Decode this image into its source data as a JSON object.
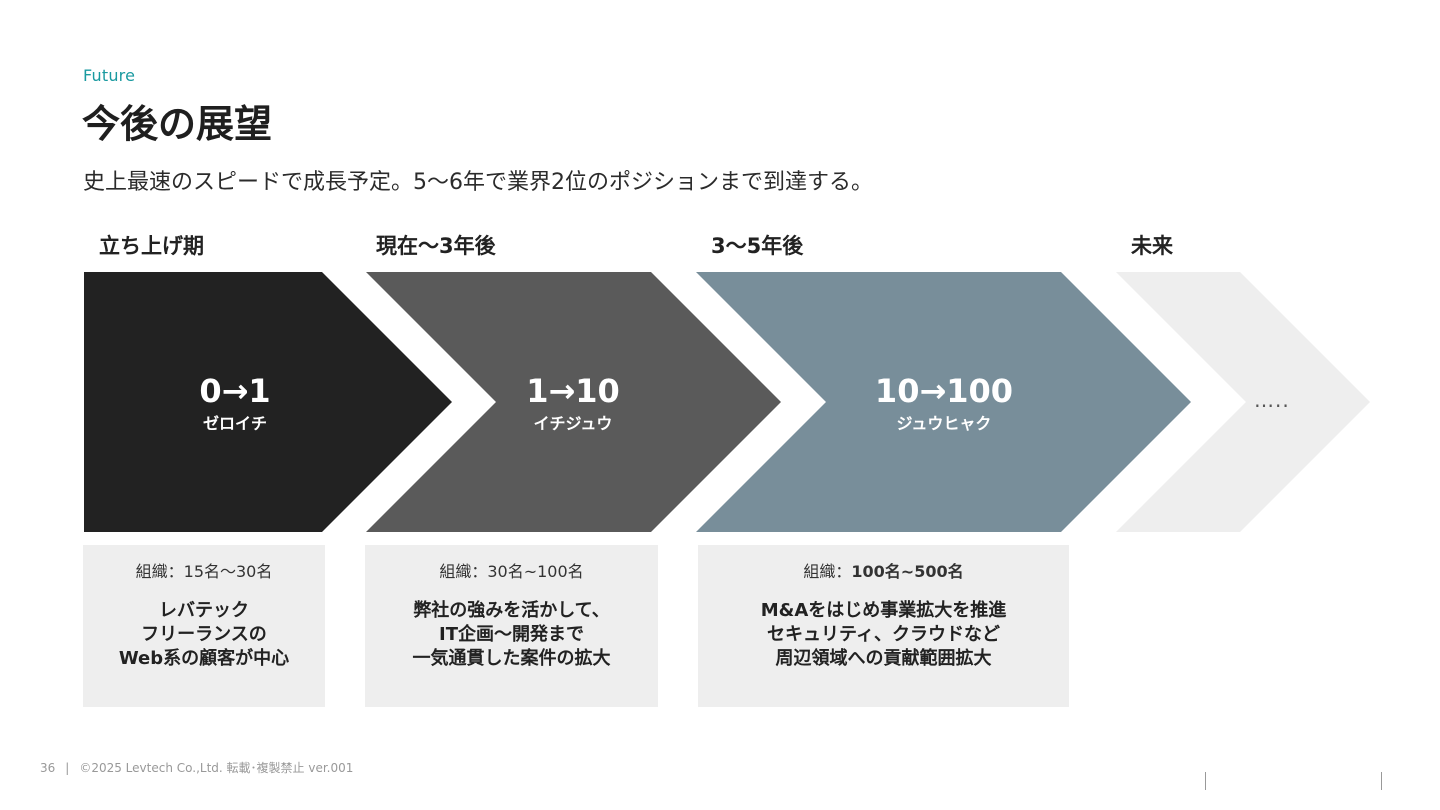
{
  "header": {
    "eyebrow": "Future",
    "title": "今後の展望",
    "subtitle": "史上最速のスピードで成長予定。5〜6年で業界2位のポジションまで到達する。"
  },
  "phases": [
    {
      "label": "立ち上げ期",
      "arrow_main": "0→1",
      "arrow_sub": "ゼロイチ",
      "color": "#222222",
      "org_prefix": "組織：",
      "org_value": "15名〜30名",
      "desc": [
        "レバテック",
        "フリーランスの",
        "Web系の顧客が中心"
      ]
    },
    {
      "label": "現在〜3年後",
      "arrow_main": "1→10",
      "arrow_sub": "イチジュウ",
      "color": "#5a5a5a",
      "org_prefix": "組織：",
      "org_value": "30名~100名",
      "desc": [
        "弊社の強みを活かして、",
        "IT企画〜開発まで",
        "一気通貫した案件の拡大"
      ]
    },
    {
      "label": "3〜5年後",
      "arrow_main": "10→100",
      "arrow_sub": "ジュウヒャク",
      "color": "#788e9a",
      "org_prefix": "組織：",
      "org_value": "100名~500名",
      "desc": [
        "M&Aをはじめ事業拡大を推進",
        "セキュリティ、クラウドなど",
        "周辺領域への貢献範囲拡大"
      ]
    },
    {
      "label": "未来",
      "arrow_main": "…..",
      "color": "#eeeeee"
    }
  ],
  "footer": {
    "page_number": "36",
    "separator": "|",
    "copyright": "©2025 Levtech Co.,Ltd.  転載･複製禁止  ver.001"
  }
}
